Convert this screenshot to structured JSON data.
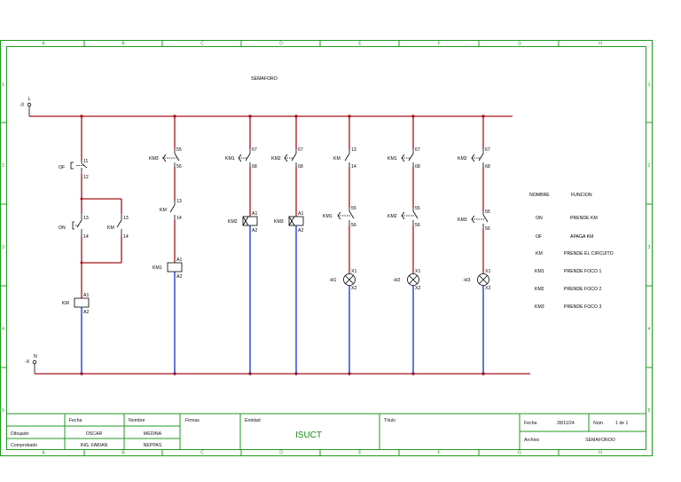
{
  "diagram": {
    "title": "SEMAFORO",
    "supply": {
      "line_label": "L",
      "line_terminal": "-X",
      "neutral_label": "N",
      "neutral_terminal": "-X"
    }
  },
  "frame": {
    "columns": [
      "A",
      "B",
      "C",
      "D",
      "E",
      "F",
      "G",
      "H"
    ],
    "rows": [
      "1",
      "2",
      "3",
      "4",
      "5"
    ]
  },
  "components": {
    "col1": {
      "of_name": "OF",
      "of_t1": "11",
      "of_t2": "12",
      "on_name": "ON",
      "on_t1": "13",
      "on_t2": "14",
      "km_name": "KM",
      "km_t1": "13",
      "km_t2": "14",
      "coil_name": "KM",
      "coil_a1": "A1",
      "coil_a2": "A2"
    },
    "col2": {
      "km3_name": "KM3",
      "km3_t1": "55",
      "km3_t2": "56",
      "km_name": "KM",
      "km_t1": "13",
      "km_t2": "14",
      "coil_name": "KM1",
      "coil_a1": "A1",
      "coil_a2": "A2"
    },
    "col3": {
      "km1_name": "KM1",
      "km1_t1": "67",
      "km1_t2": "68",
      "coil_name": "KM2",
      "coil_a1": "A1",
      "coil_a2": "A2"
    },
    "col4": {
      "km2_name": "KM2",
      "km2_t1": "67",
      "km2_t2": "68",
      "coil_name": "KM3",
      "coil_a1": "A1",
      "coil_a2": "A2"
    },
    "col5": {
      "km_name": "KM",
      "km_t1": "13",
      "km_t2": "14",
      "km1_name": "KM1",
      "km1_t1": "55",
      "km1_t2": "56",
      "lamp_name": "-H1",
      "lamp_x1": "X1",
      "lamp_x2": "X2"
    },
    "col6": {
      "km1_name": "KM1",
      "km1_t1": "67",
      "km1_t2": "68",
      "km2_name": "KM2",
      "km2_t1": "55",
      "km2_t2": "56",
      "lamp_name": "-H2",
      "lamp_x1": "X1",
      "lamp_x2": "X2"
    },
    "col7": {
      "km2_name": "KM2",
      "km2_t1": "67",
      "km2_t2": "68",
      "km3_name": "KM3",
      "km3_t1": "55",
      "km3_t2": "56",
      "lamp_name": "-H3",
      "lamp_x1": "X1",
      "lamp_x2": "X2"
    }
  },
  "legend": {
    "header_name": "NOMBRE",
    "header_function": "FUNCION",
    "rows": [
      {
        "name": "ON",
        "function": "PRENDE KM"
      },
      {
        "name": "OF",
        "function": "APAGA KM"
      },
      {
        "name": "KM",
        "function": "PRENDE EL CIRCUITO"
      },
      {
        "name": "KM1",
        "function": "PRENDE FOCO 1"
      },
      {
        "name": "KM2",
        "function": "PRENDE FOCO 2"
      },
      {
        "name": "KM3",
        "function": "PRENDE FOCO 3"
      }
    ]
  },
  "title_block": {
    "fecha_hdr": "Fecha",
    "nombre_hdr": "Nombre",
    "firmas_hdr": "Firmas",
    "dibujado_lbl": "Dibujado",
    "dibujado_fecha": "OSCAR",
    "dibujado_nombre": "MEDINA",
    "comprobado_lbl": "Comprobado",
    "comprobado_fecha": "ING. FABIAN",
    "comprobado_nombre": "NEPPAS",
    "entidad_lbl": "Entidad",
    "entidad": "ISUCT",
    "titulo_lbl": "Título",
    "fecha_lbl": "Fecha",
    "fecha_val": "28/11/24",
    "num_lbl": "Núm",
    "num_val": "1 de 1",
    "archivo_lbl": "Archivo",
    "archivo_val": "SEMAFOROO"
  },
  "colors": {
    "frame": "#1f9a1f",
    "power_line": "#a8141c",
    "coil_wire": "#1030c8"
  }
}
